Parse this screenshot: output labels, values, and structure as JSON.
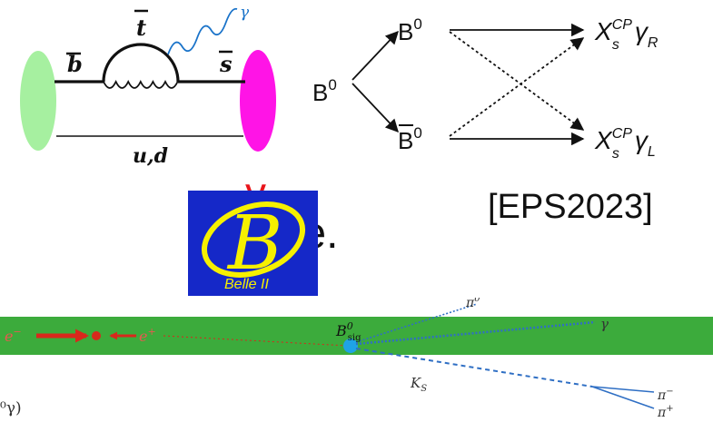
{
  "feynman": {
    "quark_b": "b",
    "quark_t": "t",
    "quark_s": "s",
    "photon": "γ",
    "spectator": "u,d"
  },
  "mixing": {
    "initial": "B",
    "initial_sup": "0",
    "upper": "B",
    "upper_sup": "0",
    "lower": "B",
    "lower_sup": "0",
    "final_R": {
      "X": "X",
      "sub": "s",
      "sup": "CP",
      "gamma": "γ",
      "gsub": "R"
    },
    "final_L": {
      "X": "X",
      "sub": "s",
      "sup": "CP",
      "gamma": "γ",
      "gsub": "L"
    }
  },
  "partial_text": {
    "red": "γ.",
    "state": "state.",
    "tag": "[EPS2023]",
    "corner": "⁰γ)"
  },
  "logo": {
    "letter": "B",
    "label": "Belle II"
  },
  "event": {
    "electron": "e",
    "electron_sup": "−",
    "positron": "e",
    "positron_sup": "+",
    "bsig": "B",
    "bsig_sup": "0",
    "bsig_sub": "sig",
    "pi0": "π",
    "pi0_sup": "0",
    "gamma": "γ",
    "ks": "K",
    "ks_sub": "S",
    "pim": "π",
    "pim_sup": "−",
    "pip": "π",
    "pip_sup": "+"
  },
  "colors": {
    "green_blob": "#a6f0a0",
    "magenta_blob": "#ff14e6",
    "photon_wave": "#1a73c9",
    "logo_bg": "#1528c8",
    "logo_yellow": "#f6f000",
    "band": "#3cab3c",
    "beam": "#d8281c",
    "track": "#2f6fc4",
    "vertex": "#1fa3e6",
    "red_text": "#e8141b"
  }
}
